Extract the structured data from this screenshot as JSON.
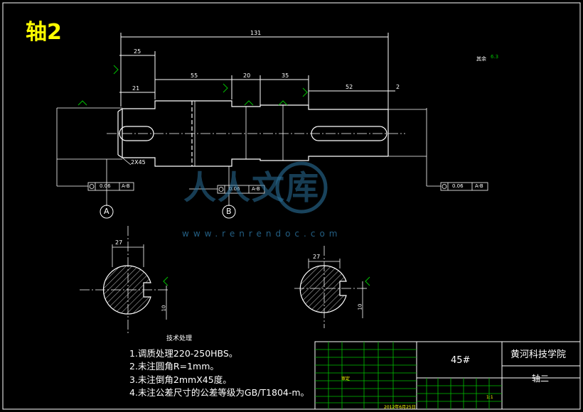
{
  "drawing": {
    "title": "轴2",
    "dimensions": {
      "overall": "131",
      "d25": "25",
      "d21": "21",
      "d55": "55",
      "d20": "20",
      "d35": "35",
      "d52": "52",
      "d2": "2",
      "chamfer": "2X45",
      "roughness_rest": "其余",
      "roughness_val": "6.3"
    },
    "datums": {
      "a": "A",
      "b": "B"
    },
    "tolerances": {
      "left": "0.06",
      "middle": "0.06",
      "right": "0.06",
      "ref": "A-B"
    },
    "sections": {
      "left_width": "27",
      "left_depth": "10",
      "right_width": "27",
      "right_depth": "10"
    },
    "watermark": {
      "text": "www.renrendoc.com",
      "logo": "人人文库"
    }
  },
  "notes": {
    "heading": "技术处理",
    "items": [
      "1.调质处理220-250HBS。",
      "2.未注圆角R=1mm。",
      "3.未注倒角2mmX45度。",
      "4.未注公差尺寸的公差等级为GB/T1804-m。"
    ]
  },
  "title_block": {
    "material": "45#",
    "school": "黄河科技学院",
    "part_name": "轴二",
    "scale": "1:1",
    "designer_label": "审定",
    "date": "2012年6月25日"
  },
  "colors": {
    "background": "#000000",
    "outline": "#ffffff",
    "dim": "#ffffff",
    "title": "#ffff00",
    "frame": "#ffffff",
    "green": "#00c000",
    "magenta": "#ff00ff"
  }
}
